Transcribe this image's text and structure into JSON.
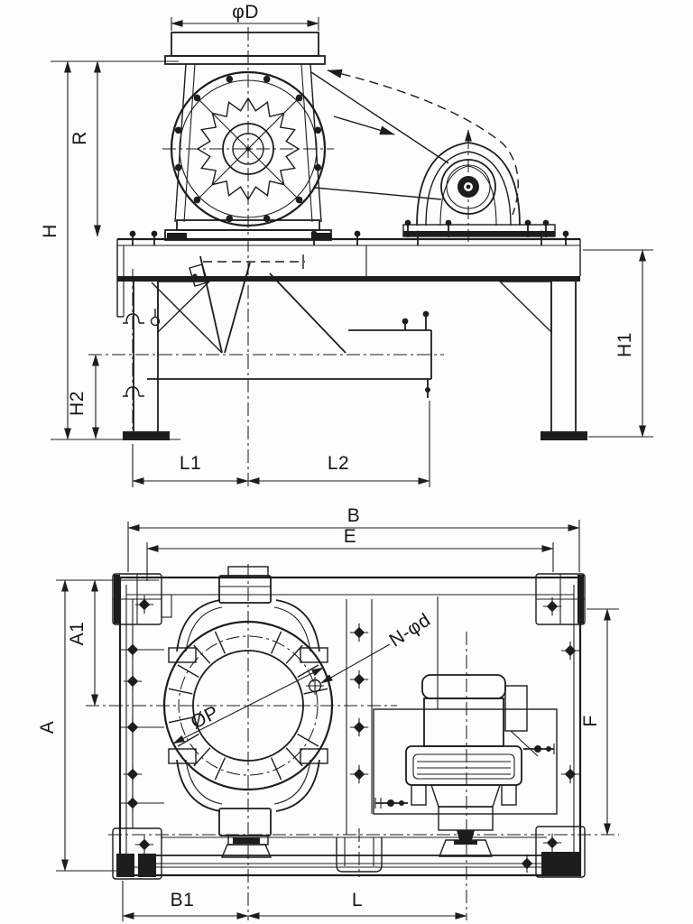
{
  "page": {
    "background": "#fdfdfb",
    "ink_color": "#1d1d1b",
    "description": "Scanned dimensional outline drawing of a rotary feeder / crusher unit with belt drive, bearing pedestal and motor on a common base frame; front elevation above, plan view below"
  },
  "drawing": {
    "views": {
      "front": {
        "name": "front-elevation",
        "dims": {
          "phiD": "φD",
          "R": "R",
          "H": "H",
          "H2": "H2",
          "H1": "H1",
          "L1": "L1",
          "L2": "L2"
        }
      },
      "plan": {
        "name": "plan-view",
        "dims": {
          "B": "B",
          "E": "E",
          "A1": "A1",
          "A": "A",
          "F": "F",
          "B1": "B1",
          "L": "L",
          "phiP": "ØP",
          "NphiD": "N-φd"
        }
      }
    }
  }
}
